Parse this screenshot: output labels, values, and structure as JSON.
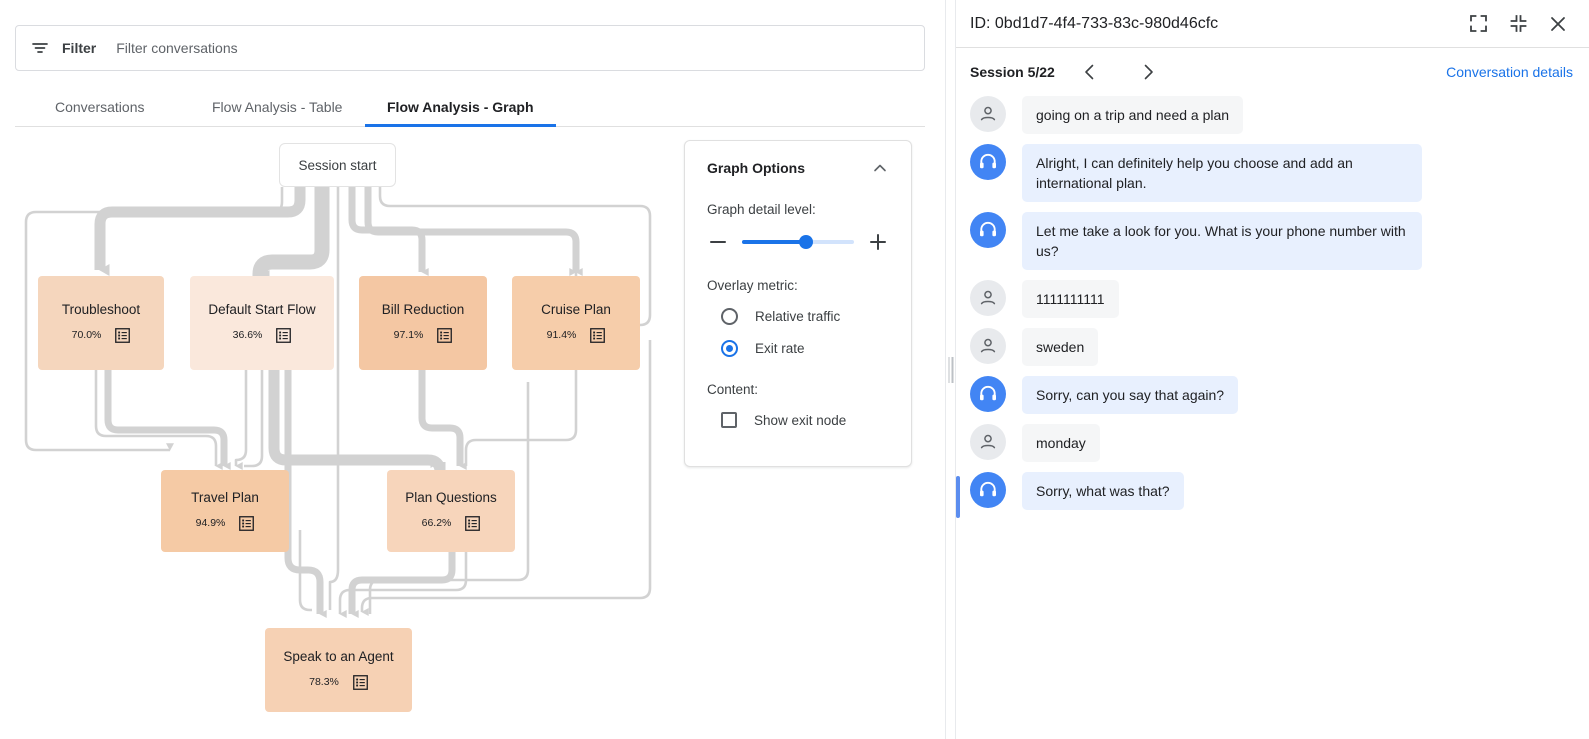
{
  "filter_bar": {
    "icon": "filter-icon",
    "label": "Filter",
    "placeholder": "Filter conversations",
    "value": ""
  },
  "tabs": [
    {
      "label": "Conversations",
      "active": false
    },
    {
      "label": "Flow Analysis - Table",
      "active": false
    },
    {
      "label": "Flow Analysis - Graph",
      "active": true
    }
  ],
  "graph": {
    "session_start_label": "Session start",
    "nodes": [
      {
        "title": "Troubleshoot",
        "percent": "70.0%",
        "color": "#f5d6bd",
        "icon": "list-icon"
      },
      {
        "title": "Default Start Flow",
        "percent": "36.6%",
        "color": "#fae8dc",
        "icon": "list-icon"
      },
      {
        "title": "Bill Reduction",
        "percent": "97.1%",
        "color": "#f4c7a3",
        "icon": "list-icon"
      },
      {
        "title": "Cruise Plan",
        "percent": "91.4%",
        "color": "#f6cdaa",
        "icon": "list-icon"
      },
      {
        "title": "Travel Plan",
        "percent": "94.9%",
        "color": "#f5caa5",
        "icon": "list-icon"
      },
      {
        "title": "Plan Questions",
        "percent": "66.2%",
        "color": "#f7d5bb",
        "icon": "list-icon"
      },
      {
        "title": "Speak to an Agent",
        "percent": "78.3%",
        "color": "#f6d1b4",
        "icon": "list-icon"
      }
    ],
    "edge_color": "#d2d2d2"
  },
  "graph_options": {
    "title": "Graph Options",
    "collapse_icon": "chevron-up-icon",
    "detail_label": "Graph detail level:",
    "minus_icon": "minus-icon",
    "plus_icon": "plus-icon",
    "slider_value": 57,
    "overlay_label": "Overlay metric:",
    "overlay_options": [
      {
        "label": "Relative traffic",
        "selected": false
      },
      {
        "label": "Exit rate",
        "selected": true
      }
    ],
    "content_label": "Content:",
    "checkbox_label": "Show exit node",
    "checkbox_checked": false,
    "accent_color": "#1a73e8"
  },
  "right_panel": {
    "id_text": "ID: 0bd1d7-4f4-733-83c-980d46cfc",
    "expand_icon": "expand-icon",
    "collapse_icon": "collapse-icon",
    "close_icon": "close-icon",
    "session_label": "Session 5/22",
    "prev_icon": "chevron-left-icon",
    "next_icon": "chevron-right-icon",
    "details_link": "Conversation details",
    "link_color": "#1a73e8",
    "messages": [
      {
        "role": "user",
        "text": "going on a trip and need a plan",
        "highlighted": false
      },
      {
        "role": "agent",
        "text": "Alright, I can definitely help you choose and add an international plan.",
        "highlighted": false
      },
      {
        "role": "agent",
        "text": "Let me take a look for you. What is your phone number with us?",
        "highlighted": false
      },
      {
        "role": "user",
        "text": "1111111111",
        "highlighted": false
      },
      {
        "role": "user",
        "text": "sweden",
        "highlighted": false
      },
      {
        "role": "agent",
        "text": "Sorry, can you say that again?",
        "highlighted": false
      },
      {
        "role": "user",
        "text": "monday",
        "highlighted": false
      },
      {
        "role": "agent",
        "text": "Sorry, what was that?",
        "highlighted": true
      }
    ]
  }
}
